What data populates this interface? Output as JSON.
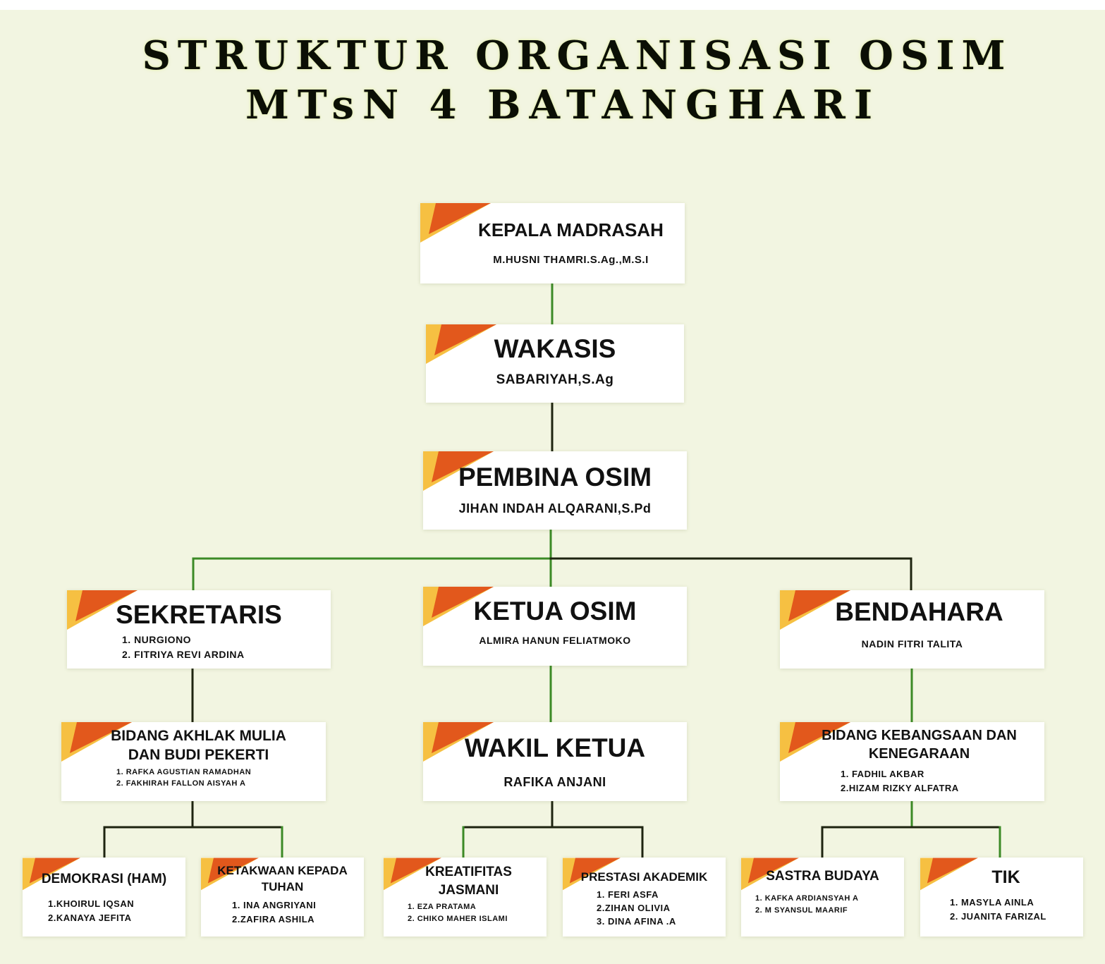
{
  "title": {
    "line1": "STRUKTUR ORGANISASI OSIM",
    "line2": "MTsN 4 BATANGHARI"
  },
  "colors": {
    "background": "#f2f5e1",
    "box": "#ffffff",
    "accent_orange": "#e2581c",
    "accent_yellow": "#f6c042",
    "line_green": "#3c8a26",
    "line_dark": "#1e2410"
  },
  "nodes": {
    "kepala": {
      "title": "KEPALA MADRASAH",
      "members": [
        "M.HUSNI THAMRI.S.Ag.,M.S.I"
      ]
    },
    "wakasis": {
      "title": "WAKASIS",
      "members": [
        "SABARIYAH,S.Ag"
      ]
    },
    "pembina": {
      "title": "PEMBINA OSIM",
      "members": [
        "JIHAN INDAH ALQARANI,S.Pd"
      ]
    },
    "sekretaris": {
      "title": "SEKRETARIS",
      "members": [
        "1. NURGIONO",
        "2. FITRIYA REVI ARDINA"
      ]
    },
    "ketua": {
      "title": "KETUA OSIM",
      "members": [
        "ALMIRA HANUN FELIATMOKO"
      ]
    },
    "bendahara": {
      "title": "BENDAHARA",
      "members": [
        "NADIN FITRI TALITA"
      ]
    },
    "akhlak": {
      "title": [
        "BIDANG AKHLAK MULIA",
        "DAN BUDI PEKERTI"
      ],
      "members": [
        "1. RAFKA AGUSTIAN RAMADHAN",
        "2. FAKHIRAH FALLON AISYAH A"
      ]
    },
    "wakil": {
      "title": "WAKIL KETUA",
      "members": [
        "RAFIKA ANJANI"
      ]
    },
    "kebangsaan": {
      "title": [
        "BIDANG KEBANGSAAN DAN",
        "KENEGARAAN"
      ],
      "members": [
        "1. FADHIL AKBAR",
        "2.HIZAM RIZKY ALFATRA"
      ]
    },
    "demokrasi": {
      "title": "DEMOKRASI (HAM)",
      "members": [
        "1.KHOIRUL IQSAN",
        "2.KANAYA JEFITA"
      ]
    },
    "ketakwaan": {
      "title": [
        "KETAKWAAN KEPADA",
        "TUHAN"
      ],
      "members": [
        "1. INA ANGRIYANI",
        "2.ZAFIRA ASHILA"
      ]
    },
    "kreatifitas": {
      "title": [
        "KREATIFITAS",
        "JASMANI"
      ],
      "members": [
        "1. EZA PRATAMA",
        "2. CHIKO MAHER ISLAMI"
      ]
    },
    "prestasi": {
      "title": "PRESTASI AKADEMIK",
      "members": [
        "1. FERI ASFA",
        "2.ZIHAN OLIVIA",
        "3. DINA AFINA .A"
      ]
    },
    "sastra": {
      "title": "SASTRA BUDAYA",
      "members": [
        "1. KAFKA ARDIANSYAH A",
        "2. M SYANSUL MAARIF"
      ]
    },
    "tik": {
      "title": "TIK",
      "members": [
        "1. MASYLA AINLA",
        "2. JUANITA FARIZAL"
      ]
    }
  }
}
